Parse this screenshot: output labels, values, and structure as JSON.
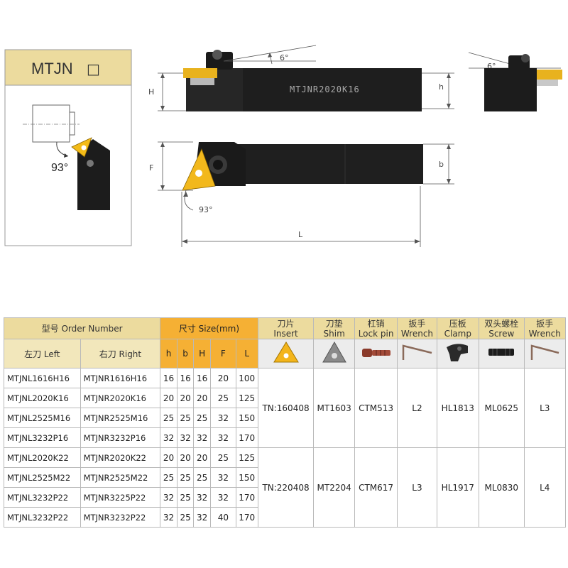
{
  "label_box": {
    "title": "MTJN",
    "square": "□",
    "angle": "93°"
  },
  "drawing": {
    "holder_marking": "MTJNR2020K16",
    "dims": {
      "H": "H",
      "h": "h",
      "F": "F",
      "b": "b",
      "L": "L",
      "top_angle": "6°",
      "end_angle": "6°",
      "front_angle": "93°"
    }
  },
  "table": {
    "header": {
      "order_number": "型号 Order Number",
      "size": "尺寸 Size(mm)",
      "left": "左刀 Left",
      "right": "右刀 Right",
      "dim_cols": [
        "h",
        "b",
        "H",
        "F",
        "L"
      ],
      "accessories": [
        {
          "cn": "刀片",
          "en": "Insert",
          "icon": "insert-icon"
        },
        {
          "cn": "刀垫",
          "en": "Shim",
          "icon": "shim-icon"
        },
        {
          "cn": "杠销",
          "en": "Lock pin",
          "icon": "lock-pin-icon"
        },
        {
          "cn": "扳手",
          "en": "Wrench",
          "icon": "wrench-icon"
        },
        {
          "cn": "压板",
          "en": "Clamp",
          "icon": "clamp-icon"
        },
        {
          "cn": "双头螺栓",
          "en": "Screw",
          "icon": "screw-icon"
        },
        {
          "cn": "扳手",
          "en": "Wrench",
          "icon": "wrench-icon"
        }
      ]
    },
    "rows": [
      {
        "left": "MTJNL1616H16",
        "right": "MTJNR1616H16",
        "h": "16",
        "b": "16",
        "H": "16",
        "F": "20",
        "L": "100"
      },
      {
        "left": "MTJNL2020K16",
        "right": "MTJNR2020K16",
        "h": "20",
        "b": "20",
        "H": "20",
        "F": "25",
        "L": "125"
      },
      {
        "left": "MTJNL2525M16",
        "right": "MTJNR2525M16",
        "h": "25",
        "b": "25",
        "H": "25",
        "F": "32",
        "L": "150"
      },
      {
        "left": "MTJNL3232P16",
        "right": "MTJNR3232P16",
        "h": "32",
        "b": "32",
        "H": "32",
        "F": "32",
        "L": "170"
      },
      {
        "left": "MTJNL2020K22",
        "right": "MTJNR2020K22",
        "h": "20",
        "b": "20",
        "H": "20",
        "F": "25",
        "L": "125"
      },
      {
        "left": "MTJNL2525M22",
        "right": "MTJNR2525M22",
        "h": "25",
        "b": "25",
        "H": "25",
        "F": "32",
        "L": "150"
      },
      {
        "left": "MTJNL3232P22",
        "right": "MTJNR3225P22",
        "h": "32",
        "b": "25",
        "H": "32",
        "F": "32",
        "L": "170"
      },
      {
        "left": "MTJNL3232P22",
        "right": "MTJNR3232P22",
        "h": "32",
        "b": "25",
        "H": "32",
        "F": "40",
        "L": "170"
      }
    ],
    "groups": [
      {
        "insert": "TN:160408",
        "shim": "MT1603",
        "lock_pin": "CTM513",
        "wrench": "L2",
        "clamp": "HL1813",
        "screw": "ML0625",
        "wrench2": "L3"
      },
      {
        "insert": "TN:220408",
        "shim": "MT2204",
        "lock_pin": "CTM617",
        "wrench": "L3",
        "clamp": "HL1917",
        "screw": "ML0830",
        "wrench2": "L4"
      }
    ]
  }
}
